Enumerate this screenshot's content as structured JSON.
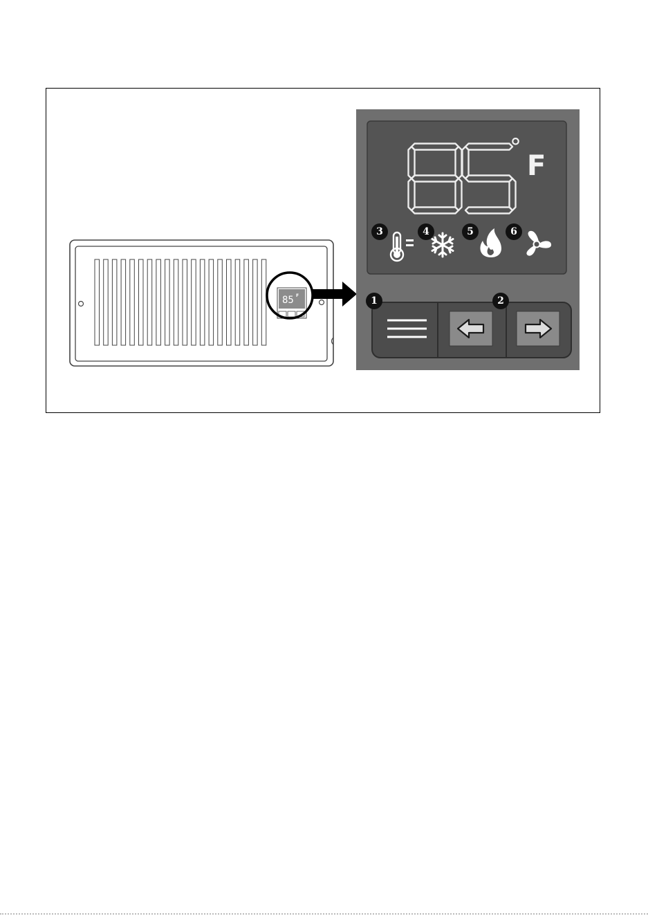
{
  "display": {
    "temperature": "85",
    "unit_degree": "°",
    "unit_letter": "F",
    "mini_temperature": "85",
    "mini_unit": "F"
  },
  "callouts": {
    "menu_button": "1",
    "arrow_buttons": "2",
    "thermometer_indicator": "3",
    "cooling_indicator": "4",
    "heating_indicator": "5",
    "fan_indicator": "6"
  },
  "icons": {
    "thermometer_indicator": "thermometer-equals-icon",
    "cooling_indicator": "snowflake-icon",
    "heating_indicator": "flame-icon",
    "fan_indicator": "fan-icon",
    "menu_button": "menu-lines-icon",
    "left_button": "arrow-left-icon",
    "right_button": "arrow-right-icon",
    "pointer": "arrow-right-icon"
  },
  "colors": {
    "panel_background": "#6f6f6f",
    "display_background": "#545454",
    "button_background": "#4c4c4c",
    "arrow_button_face": "#8a8a8a",
    "callout_fill": "#111111",
    "symbol": "#ffffff"
  }
}
